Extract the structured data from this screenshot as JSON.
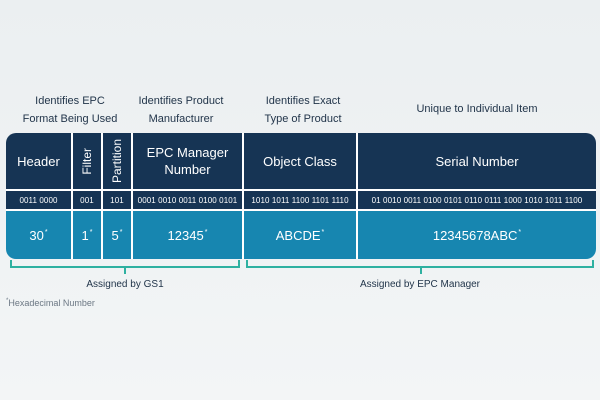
{
  "descriptions": {
    "epc_format": "Identifies EPC\nFormat Being Used",
    "manufacturer": "Identifies Product\nManufacturer",
    "product_type": "Identifies Exact\nType of Product",
    "individual_item": "Unique to Individual Item"
  },
  "fields": [
    {
      "label": "Header",
      "binary": "0011 0000",
      "value": "30",
      "mark": "*"
    },
    {
      "label": "Filter",
      "binary": "001",
      "value": "1",
      "mark": "*"
    },
    {
      "label": "Partition",
      "binary": "101",
      "value": "5",
      "mark": "*"
    },
    {
      "label": "EPC Manager\nNumber",
      "binary": "0001 0010 0011 0100 0101",
      "value": "12345",
      "mark": "*"
    },
    {
      "label": "Object Class",
      "binary": "1010 1011 1100 1101 1110",
      "value": "ABCDE",
      "mark": "*"
    },
    {
      "label": "Serial Number",
      "binary": "01 0010 0011 0100 0101 0110 0111 1000 1010 1011 1100",
      "value": "12345678ABC",
      "mark": "*"
    }
  ],
  "assigned": {
    "gs1": "Assigned by GS1",
    "epc_manager": "Assigned by EPC Manager"
  },
  "footnote": {
    "mark": "*",
    "text": "Hexadecimal Number"
  },
  "colors": {
    "header_bg": "#163454",
    "value_bg": "#1786b0",
    "brace": "#2fb1a1"
  }
}
